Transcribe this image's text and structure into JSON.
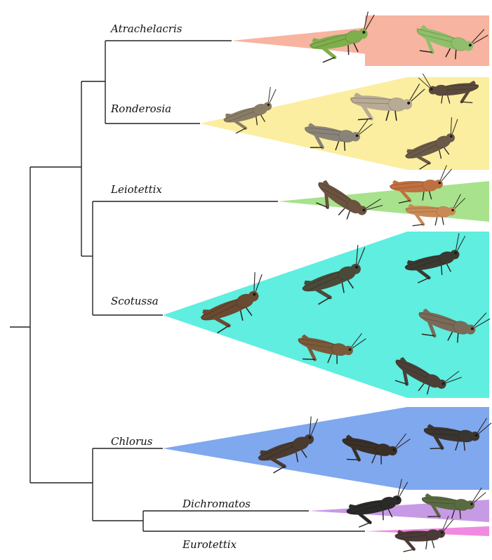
{
  "figure": {
    "background": "#ffffff",
    "branch_color": "#222222"
  },
  "clades": [
    {
      "id": "atrachelacris",
      "label": "Atrachelacris",
      "color": "#f7b4a0",
      "photos": 2,
      "insect_hues": [
        "#7fae4c",
        "#8fbf6a"
      ]
    },
    {
      "id": "ronderosia",
      "label": "Ronderosia",
      "color": "#fbeea0",
      "photos": 5,
      "insect_hues": [
        "#8a7d66",
        "#b8ab95",
        "#5a4a3c",
        "#8a8478",
        "#6a5a48"
      ]
    },
    {
      "id": "leiotettix",
      "label": "Leiotettix",
      "color": "#a8e28c",
      "photos": 3,
      "insect_hues": [
        "#6b5340",
        "#c07040",
        "#c98a55"
      ]
    },
    {
      "id": "scotussa",
      "label": "Scotussa",
      "color": "#5feee0",
      "photos": 6,
      "insect_hues": [
        "#6a4a30",
        "#4a4a3a",
        "#3a3a32",
        "#7a5a3a",
        "#7a6a58",
        "#4a4038"
      ]
    },
    {
      "id": "chlorus",
      "label": "Chlorus",
      "color": "#7fa8ee",
      "photos": 3,
      "insect_hues": [
        "#4a3a30",
        "#3a3028",
        "#3a3530"
      ]
    },
    {
      "id": "dichromatos",
      "label": "Dichromatos",
      "color": "#c79ae6",
      "photos": 2,
      "insect_hues": [
        "#2a2a28",
        "#5a6a40"
      ]
    },
    {
      "id": "eurotettix",
      "label": "Eurotettix",
      "color": "#f08ae0",
      "photos": 1,
      "insect_hues": [
        "#4a3a38"
      ]
    }
  ]
}
